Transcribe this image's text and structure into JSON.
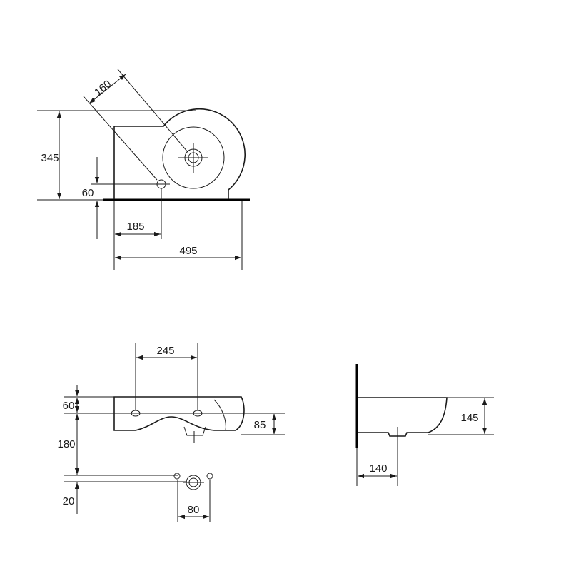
{
  "drawing": {
    "top_view": {
      "dim_diagonal": "160",
      "dim_height": "345",
      "dim_offset": "60",
      "dim_tap": "185",
      "dim_width": "495"
    },
    "front_view": {
      "dim_fixings": "245",
      "dim_top": "60",
      "dim_bowl": "85",
      "dim_outlet": "180",
      "dim_bottom": "20",
      "dim_waste": "80"
    },
    "side_view": {
      "dim_height": "145",
      "dim_depth": "140"
    }
  }
}
